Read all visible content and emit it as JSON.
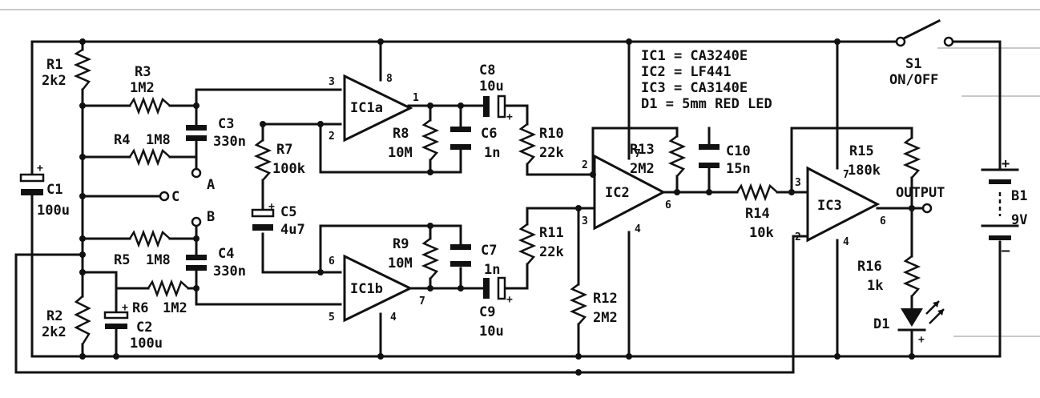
{
  "legend": [
    "IC1 = CA3240E",
    "IC2 = LF441",
    "IC3 = CA3140E",
    "D1 = 5mm RED LED"
  ],
  "switch": {
    "name": "S1",
    "label": "ON/OFF"
  },
  "battery": {
    "name": "B1",
    "value": "9V",
    "plus": "+",
    "minus": "–"
  },
  "output_label": "OUTPUT",
  "ics": {
    "ic1a": "IC1a",
    "ic1b": "IC1b",
    "ic2": "IC2",
    "ic3": "IC3"
  },
  "resistors": {
    "r1": [
      "R1",
      "2k2"
    ],
    "r2": [
      "R2",
      "2k2"
    ],
    "r3": [
      "R3",
      "1M2"
    ],
    "r4": [
      "R4",
      "1M8"
    ],
    "r5": [
      "R5",
      "1M8"
    ],
    "r6": [
      "R6",
      "1M2"
    ],
    "r7": [
      "R7",
      "100k"
    ],
    "r8": [
      "R8",
      "10M"
    ],
    "r9": [
      "R9",
      "10M"
    ],
    "r10": [
      "R10",
      "22k"
    ],
    "r11": [
      "R11",
      "22k"
    ],
    "r12": [
      "R12",
      "2M2"
    ],
    "r13": [
      "R13",
      "2M2"
    ],
    "r14": [
      "R14",
      "10k"
    ],
    "r15": [
      "R15",
      "180k"
    ],
    "r16": [
      "R16",
      "1k"
    ]
  },
  "capacitors": {
    "c1": [
      "C1",
      "100u"
    ],
    "c2": [
      "C2",
      "100u"
    ],
    "c3": [
      "C3",
      "330n"
    ],
    "c4": [
      "C4",
      "330n"
    ],
    "c5": [
      "C5",
      "4u7"
    ],
    "c6": [
      "C6",
      "1n"
    ],
    "c7": [
      "C7",
      "1n"
    ],
    "c8": [
      "C8",
      "10u"
    ],
    "c9": [
      "C9",
      "10u"
    ],
    "c10": [
      "C10",
      "15n"
    ]
  },
  "diode": "D1",
  "terminals": {
    "a": "A",
    "b": "B",
    "c": "C"
  },
  "pins": {
    "ic1a": [
      "3",
      "2",
      "1",
      "8"
    ],
    "ic1b": [
      "6",
      "5",
      "7",
      "4"
    ],
    "ic2": [
      "2",
      "3",
      "6",
      "7",
      "4"
    ],
    "ic3": [
      "3",
      "2",
      "6",
      "7",
      "4"
    ]
  },
  "plus": "+"
}
